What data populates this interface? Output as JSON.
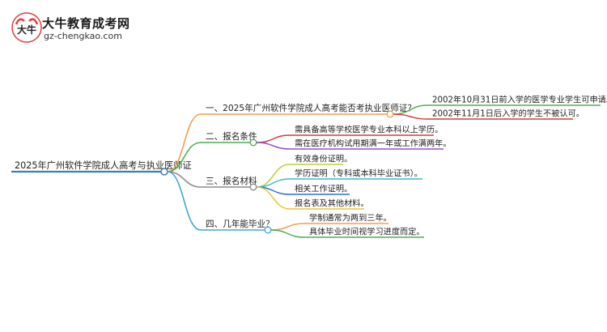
{
  "logo": {
    "title": "大牛教育成考网",
    "url": "gz-chengkao.com",
    "mark_text": "大牛"
  },
  "root": {
    "label": "2025年广州软件学院成人高考与执业医师证"
  },
  "branches": [
    {
      "label": "一、2025年广州软件学院成人高考能否考执业医师证？",
      "color": "#f0a050",
      "children": [
        {
          "label": "2002年10月31日前入学的医学专业学生可申请。",
          "color": "#4caf50"
        },
        {
          "label": "2002年11月1日后入学的学生不被认可。",
          "color": "#d33b3b"
        }
      ]
    },
    {
      "label": "二、报名条件",
      "color": "#4caf50",
      "children": [
        {
          "label": "需具备高等学校医学专业本科以上学历。",
          "color": "#d33b3b"
        },
        {
          "label": "需在医疗机构试用期满一年或工作满两年。",
          "color": "#9c4fc0"
        }
      ]
    },
    {
      "label": "三、报名材料",
      "color": "#8c8c8c",
      "children": [
        {
          "label": "有效身份证明。",
          "color": "#b5d33a"
        },
        {
          "label": "学历证明（专科或本科毕业证书）。",
          "color": "#3fb8d0"
        },
        {
          "label": "相关工作证明。",
          "color": "#2f6fd6"
        },
        {
          "label": "报名表及其他材料。",
          "color": "#e8c63a"
        }
      ]
    },
    {
      "label": "四、几年能毕业？",
      "color": "#3fa8d8",
      "children": [
        {
          "label": "学制通常为两到三年。",
          "color": "#f0a050"
        },
        {
          "label": "具体毕业时间视学习进度而定。",
          "color": "#4caf50"
        }
      ]
    }
  ]
}
